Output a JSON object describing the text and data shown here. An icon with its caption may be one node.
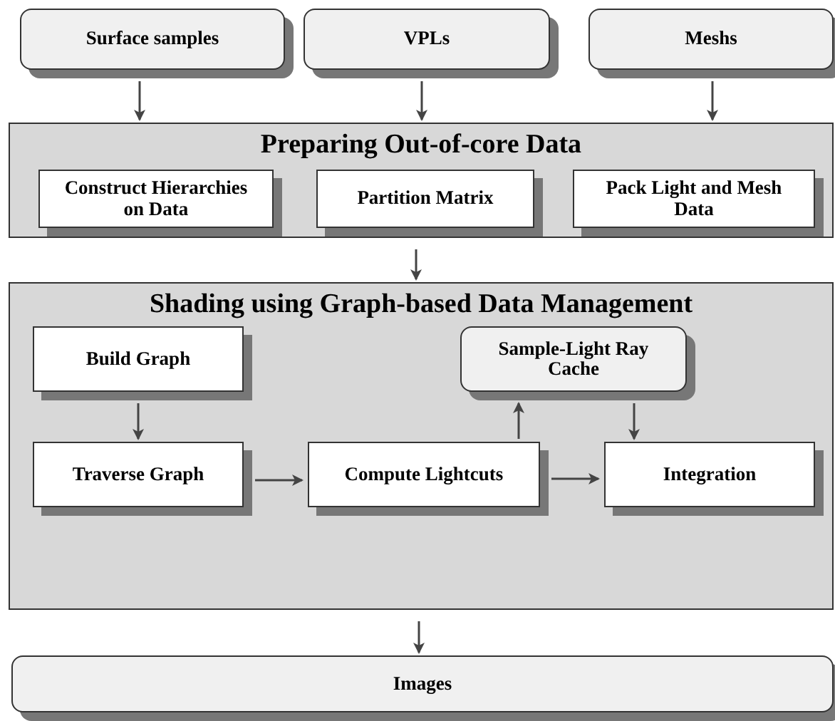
{
  "diagram": {
    "nodes": [
      {
        "text": [
          "Surface samples"
        ]
      },
      {
        "text": [
          "VPLs"
        ]
      },
      {
        "text": [
          "Meshs"
        ]
      },
      {
        "text": [
          "Preparing Out-of-core Data"
        ]
      },
      {
        "text": [
          "Construct Hierarchies on Data"
        ],
        "in": 3
      },
      {
        "text": [
          "Partition Matrix"
        ],
        "in": 3
      },
      {
        "text": [
          "Pack Light and Mesh Data"
        ],
        "in": 3
      },
      {
        "text": [
          "Shading using Graph-based Data Management"
        ]
      },
      {
        "text": [
          "Build Graph"
        ],
        "in": 7
      },
      {
        "text": [
          "Sample-Light Ray Cache"
        ],
        "in": 7
      },
      {
        "text": [
          "Traverse Graph"
        ],
        "in": 7
      },
      {
        "text": [
          "Compute Lightcuts"
        ],
        "in": 7
      },
      {
        "text": [
          "Integration"
        ],
        "in": 7
      },
      {
        "text": [
          "Images"
        ]
      }
    ],
    "edges": [
      {
        "from": 0,
        "to": 3,
        "arrow": "to"
      },
      {
        "from": 1,
        "to": 3,
        "arrow": "to"
      },
      {
        "from": 2,
        "to": 3,
        "arrow": "to"
      },
      {
        "from": 3,
        "to": 7,
        "arrow": "to"
      },
      {
        "from": 8,
        "to": 10,
        "arrow": "to"
      },
      {
        "from": 10,
        "to": 11,
        "arrow": "to"
      },
      {
        "from": 11,
        "to": 12,
        "arrow": "to"
      },
      {
        "from": 11,
        "to": 9,
        "arrow": "to"
      },
      {
        "from": 9,
        "to": 12,
        "arrow": "to"
      },
      {
        "from": 7,
        "to": 13,
        "arrow": "to"
      }
    ]
  }
}
